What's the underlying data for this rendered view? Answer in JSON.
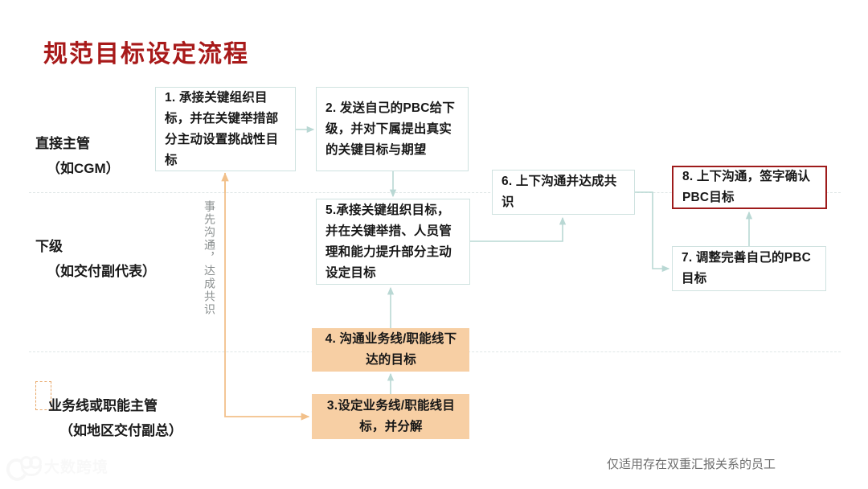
{
  "slide": {
    "title": "规范目标设定流程",
    "footer_note": "仅适用存在双重汇报关系的员工",
    "vertical_note": "事先沟通，达成共识",
    "watermark_text": "大数跨境"
  },
  "colors": {
    "title_red": "#a81a1a",
    "box_border_teal": "#cfe2e0",
    "box_fill_orange": "#f7cfa4",
    "highlight_border_red": "#9e1b1b",
    "connector_teal": "#b9d8d4",
    "connector_orange": "#f2c08a",
    "divider_gray": "#dfe6e6"
  },
  "lanes": [
    {
      "id": "lane-direct-manager",
      "role": "直接主管",
      "example": "（如CGM）"
    },
    {
      "id": "lane-subordinate",
      "role": "下级",
      "example": "（如交付副代表）"
    },
    {
      "id": "lane-business-line",
      "role": "业务线或职能主管",
      "example": "（如地区交付副总）"
    }
  ],
  "boxes": [
    {
      "id": "box-1",
      "number": "1.",
      "style": "teal",
      "text": "1. 承接关键组织目标，并在关键举措部分主动设置挑战性目标"
    },
    {
      "id": "box-2",
      "number": "2.",
      "style": "teal",
      "text": "2. 发送自己的PBC给下级，并对下属提出真实的关键目标与期望"
    },
    {
      "id": "box-3",
      "number": "3.",
      "style": "orange",
      "text": "3.设定业务线/职能线目标，并分解"
    },
    {
      "id": "box-4",
      "number": "4.",
      "style": "orange",
      "text": "4. 沟通业务线/职能线下达的目标"
    },
    {
      "id": "box-5",
      "number": "5.",
      "style": "teal",
      "text": "5.承接关键组织目标，并在关键举措、人员管理和能力提升部分主动设定目标"
    },
    {
      "id": "box-6",
      "number": "6.",
      "style": "teal",
      "text": "6. 上下沟通并达成共识"
    },
    {
      "id": "box-7",
      "number": "7.",
      "style": "teal",
      "text": "7. 调整完善自己的PBC目标"
    },
    {
      "id": "box-8",
      "number": "8.",
      "style": "redline",
      "text": "8. 上下沟通，签字确认PBC目标"
    }
  ],
  "connectors": [
    {
      "id": "c-1-to-2",
      "from": "box-1",
      "to": "box-2",
      "color": "teal"
    },
    {
      "id": "c-2-to-5",
      "from": "box-2",
      "to": "box-5",
      "color": "teal"
    },
    {
      "id": "c-3-to-4",
      "from": "box-3",
      "to": "box-4",
      "color": "teal"
    },
    {
      "id": "c-4-to-5",
      "from": "box-4",
      "to": "box-5",
      "color": "teal"
    },
    {
      "id": "c-5-to-6",
      "from": "box-5",
      "to": "box-6",
      "color": "teal"
    },
    {
      "id": "c-6-to-7",
      "from": "box-6",
      "to": "box-7",
      "color": "teal"
    },
    {
      "id": "c-7-to-8",
      "from": "box-7",
      "to": "box-8",
      "color": "teal"
    },
    {
      "id": "c-bizline-to-3",
      "from": "lane-business-line",
      "to": "box-3",
      "color": "orange"
    },
    {
      "id": "c-bizline-to-1",
      "from": "lane-business-line",
      "to": "box-1",
      "color": "orange"
    }
  ]
}
